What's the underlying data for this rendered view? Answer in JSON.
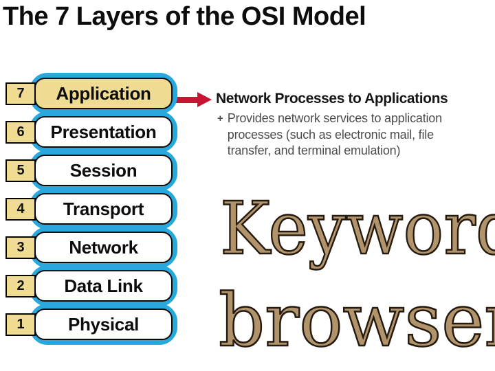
{
  "title": "The 7 Layers of the OSI Model",
  "layers": [
    {
      "number": "7",
      "label": "Application",
      "highlighted": true
    },
    {
      "number": "6",
      "label": "Presentation",
      "highlighted": false
    },
    {
      "number": "5",
      "label": "Session",
      "highlighted": false
    },
    {
      "number": "4",
      "label": "Transport",
      "highlighted": false
    },
    {
      "number": "3",
      "label": "Network",
      "highlighted": false
    },
    {
      "number": "2",
      "label": "Data Link",
      "highlighted": false
    },
    {
      "number": "1",
      "label": "Physical",
      "highlighted": false
    }
  ],
  "annotation": {
    "heading": "Network Processes to Applications",
    "bullet_icon": "+",
    "bullet_text": "Provides network services to application\nprocesses (such as electronic mail, file\ntransfer, and terminal emulation)"
  },
  "keyword": {
    "label": "Keyword:",
    "value": "browsers"
  },
  "colors": {
    "cyan": "#29a8dd",
    "tan": "#f0db93",
    "arrow-red": "#c81432",
    "keyword-fill": "#b1946b"
  }
}
